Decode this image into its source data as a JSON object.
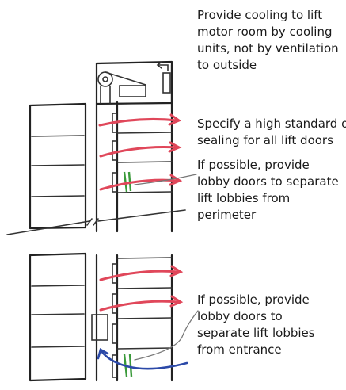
{
  "annotations": {
    "motor_room": [
      "Provide cooling to lift",
      "motor room by cooling",
      "units, not by ventilation",
      "to outside"
    ],
    "sealing": [
      "Specify a high standard of",
      "sealing for all lift doors"
    ],
    "lobby_upper": [
      "If possible, provide",
      "lobby doors to separate",
      "lift lobbies from",
      "perimeter"
    ],
    "lobby_lower": [
      "If possible, provide",
      "lobby doors to",
      "separate lift lobbies",
      "from entrance"
    ]
  },
  "colors": {
    "airflow_out": "#e0475a",
    "airflow_in": "#2b49a8",
    "lobby_door": "#3a9a3a",
    "ink": "#222222"
  }
}
